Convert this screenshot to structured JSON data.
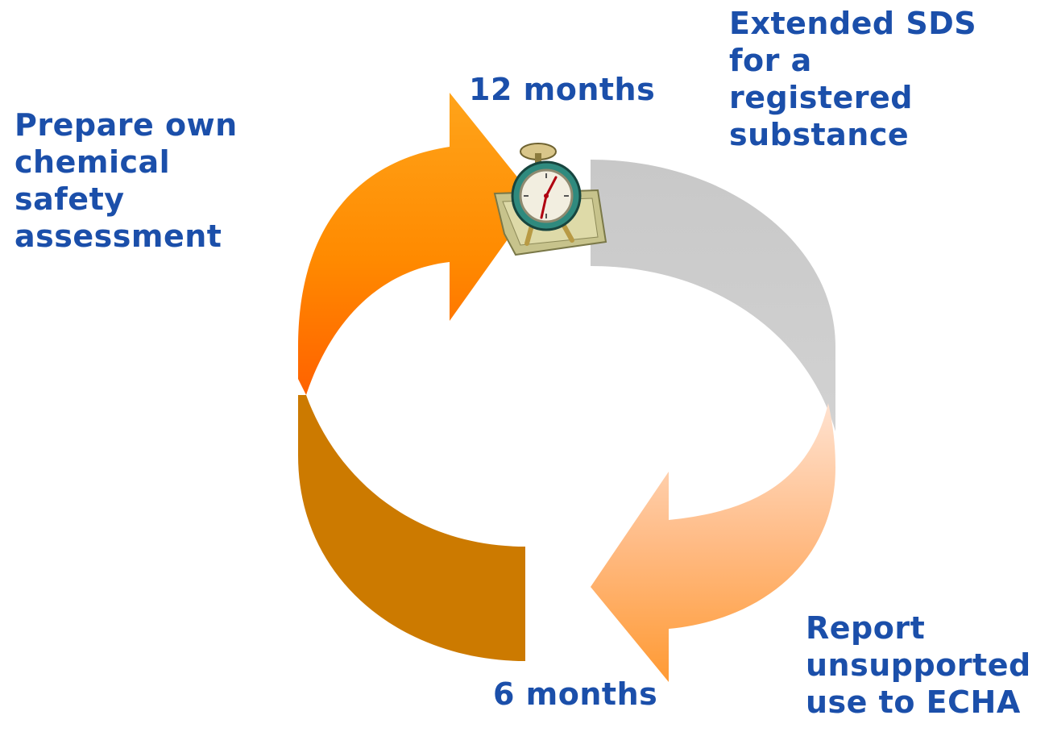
{
  "diagram": {
    "labels": {
      "prepare": [
        "Prepare own",
        "chemical",
        "safety",
        "assessment"
      ],
      "extended": [
        "Extended SDS",
        "for a",
        "registered",
        "substance"
      ],
      "report": [
        "Report",
        "unsupported",
        "use to ECHA"
      ],
      "twelve_months": "12 months",
      "six_months": "6 months"
    },
    "icons": {
      "clock": "alarm-clock-icon"
    },
    "colors": {
      "text": "#1b4faa",
      "orange_arrow_light": "#ff9a10",
      "orange_arrow_dark": "#ff6a00",
      "brown_band": "#cc7a00",
      "gray_band": "#cccccc",
      "peach_arrow_light": "#ffd3b8",
      "peach_arrow_dark": "#ffa040"
    }
  }
}
